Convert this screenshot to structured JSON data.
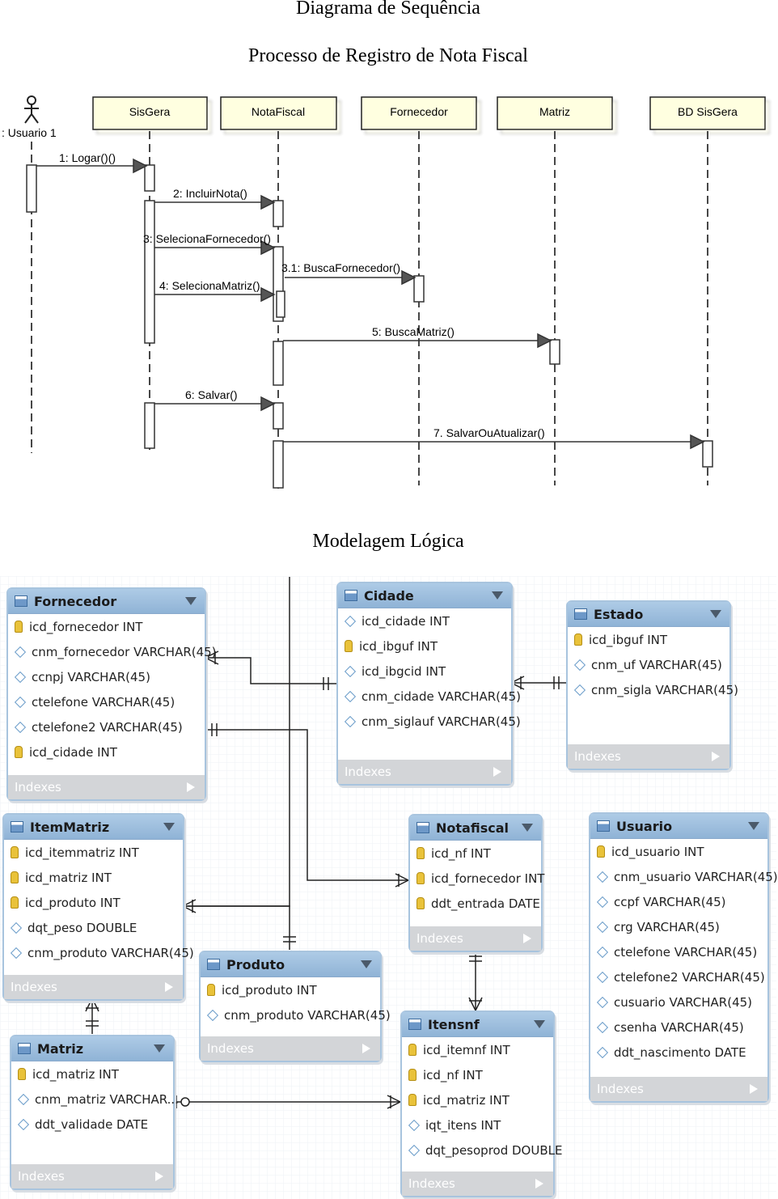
{
  "titles": {
    "sequence_title": "Diagrama de Sequência",
    "sequence_subtitle": "Processo de Registro de Nota Fiscal",
    "model_title": "Modelagem Lógica"
  },
  "sequence": {
    "actor": ": Usuario 1",
    "participants": [
      "SisGera",
      "NotaFiscal",
      "Fornecedor",
      "Matriz",
      "BD SisGera"
    ],
    "messages": [
      "1: Logar()()",
      "2: IncluirNota()",
      "3: SelecionaFornecedor()",
      "3.1: BuscaFornecedor()",
      "4: SelecionaMatriz()",
      "5: BuscaMatriz()",
      "6: Salvar()",
      "7. SalvarOuAtualizar()"
    ]
  },
  "erd": {
    "footer_label": "Indexes",
    "tables": [
      {
        "name": "Fornecedor",
        "columns": [
          {
            "key": true,
            "text": "icd_fornecedor INT"
          },
          {
            "key": false,
            "text": "cnm_fornecedor VARCHAR(45)"
          },
          {
            "key": false,
            "text": "ccnpj VARCHAR(45)"
          },
          {
            "key": false,
            "text": "ctelefone VARCHAR(45)"
          },
          {
            "key": false,
            "text": "ctelefone2 VARCHAR(45)"
          },
          {
            "key": true,
            "text": "icd_cidade INT"
          }
        ]
      },
      {
        "name": "Cidade",
        "columns": [
          {
            "key": false,
            "text": "icd_cidade INT"
          },
          {
            "key": true,
            "text": "icd_ibguf INT"
          },
          {
            "key": false,
            "text": "icd_ibgcid INT"
          },
          {
            "key": false,
            "text": "cnm_cidade VARCHAR(45)"
          },
          {
            "key": false,
            "text": "cnm_siglauf VARCHAR(45)"
          }
        ]
      },
      {
        "name": "Estado",
        "columns": [
          {
            "key": true,
            "text": "icd_ibguf INT"
          },
          {
            "key": false,
            "text": "cnm_uf VARCHAR(45)"
          },
          {
            "key": false,
            "text": "cnm_sigla VARCHAR(45)"
          }
        ]
      },
      {
        "name": "ItemMatriz",
        "columns": [
          {
            "key": true,
            "text": "icd_itemmatriz INT"
          },
          {
            "key": true,
            "text": "icd_matriz INT"
          },
          {
            "key": true,
            "text": "icd_produto INT"
          },
          {
            "key": false,
            "text": "dqt_peso DOUBLE"
          },
          {
            "key": false,
            "text": "cnm_produto VARCHAR(45)"
          }
        ]
      },
      {
        "name": "Notafiscal",
        "columns": [
          {
            "key": true,
            "text": "icd_nf INT"
          },
          {
            "key": true,
            "text": "icd_fornecedor INT"
          },
          {
            "key": true,
            "text": "ddt_entrada DATE"
          }
        ]
      },
      {
        "name": "Usuario",
        "columns": [
          {
            "key": true,
            "text": "icd_usuario INT"
          },
          {
            "key": false,
            "text": "cnm_usuario VARCHAR(45)"
          },
          {
            "key": false,
            "text": "ccpf VARCHAR(45)"
          },
          {
            "key": false,
            "text": "crg VARCHAR(45)"
          },
          {
            "key": false,
            "text": "ctelefone VARCHAR(45)"
          },
          {
            "key": false,
            "text": "ctelefone2 VARCHAR(45)"
          },
          {
            "key": false,
            "text": "cusuario VARCHAR(45)"
          },
          {
            "key": false,
            "text": "csenha VARCHAR(45)"
          },
          {
            "key": false,
            "text": "ddt_nascimento DATE"
          }
        ]
      },
      {
        "name": "Produto",
        "columns": [
          {
            "key": true,
            "text": "icd_produto INT"
          },
          {
            "key": false,
            "text": "cnm_produto VARCHAR(45)"
          }
        ]
      },
      {
        "name": "Itensnf",
        "columns": [
          {
            "key": true,
            "text": "icd_itemnf INT"
          },
          {
            "key": true,
            "text": "icd_nf INT"
          },
          {
            "key": true,
            "text": "icd_matriz INT"
          },
          {
            "key": false,
            "text": "iqt_itens INT"
          },
          {
            "key": false,
            "text": "dqt_pesoprod DOUBLE"
          }
        ]
      },
      {
        "name": "Matriz",
        "columns": [
          {
            "key": true,
            "text": "icd_matriz INT"
          },
          {
            "key": false,
            "text": "cnm_matriz VARCHAR..."
          },
          {
            "key": false,
            "text": "ddt_validade DATE"
          }
        ]
      }
    ]
  }
}
